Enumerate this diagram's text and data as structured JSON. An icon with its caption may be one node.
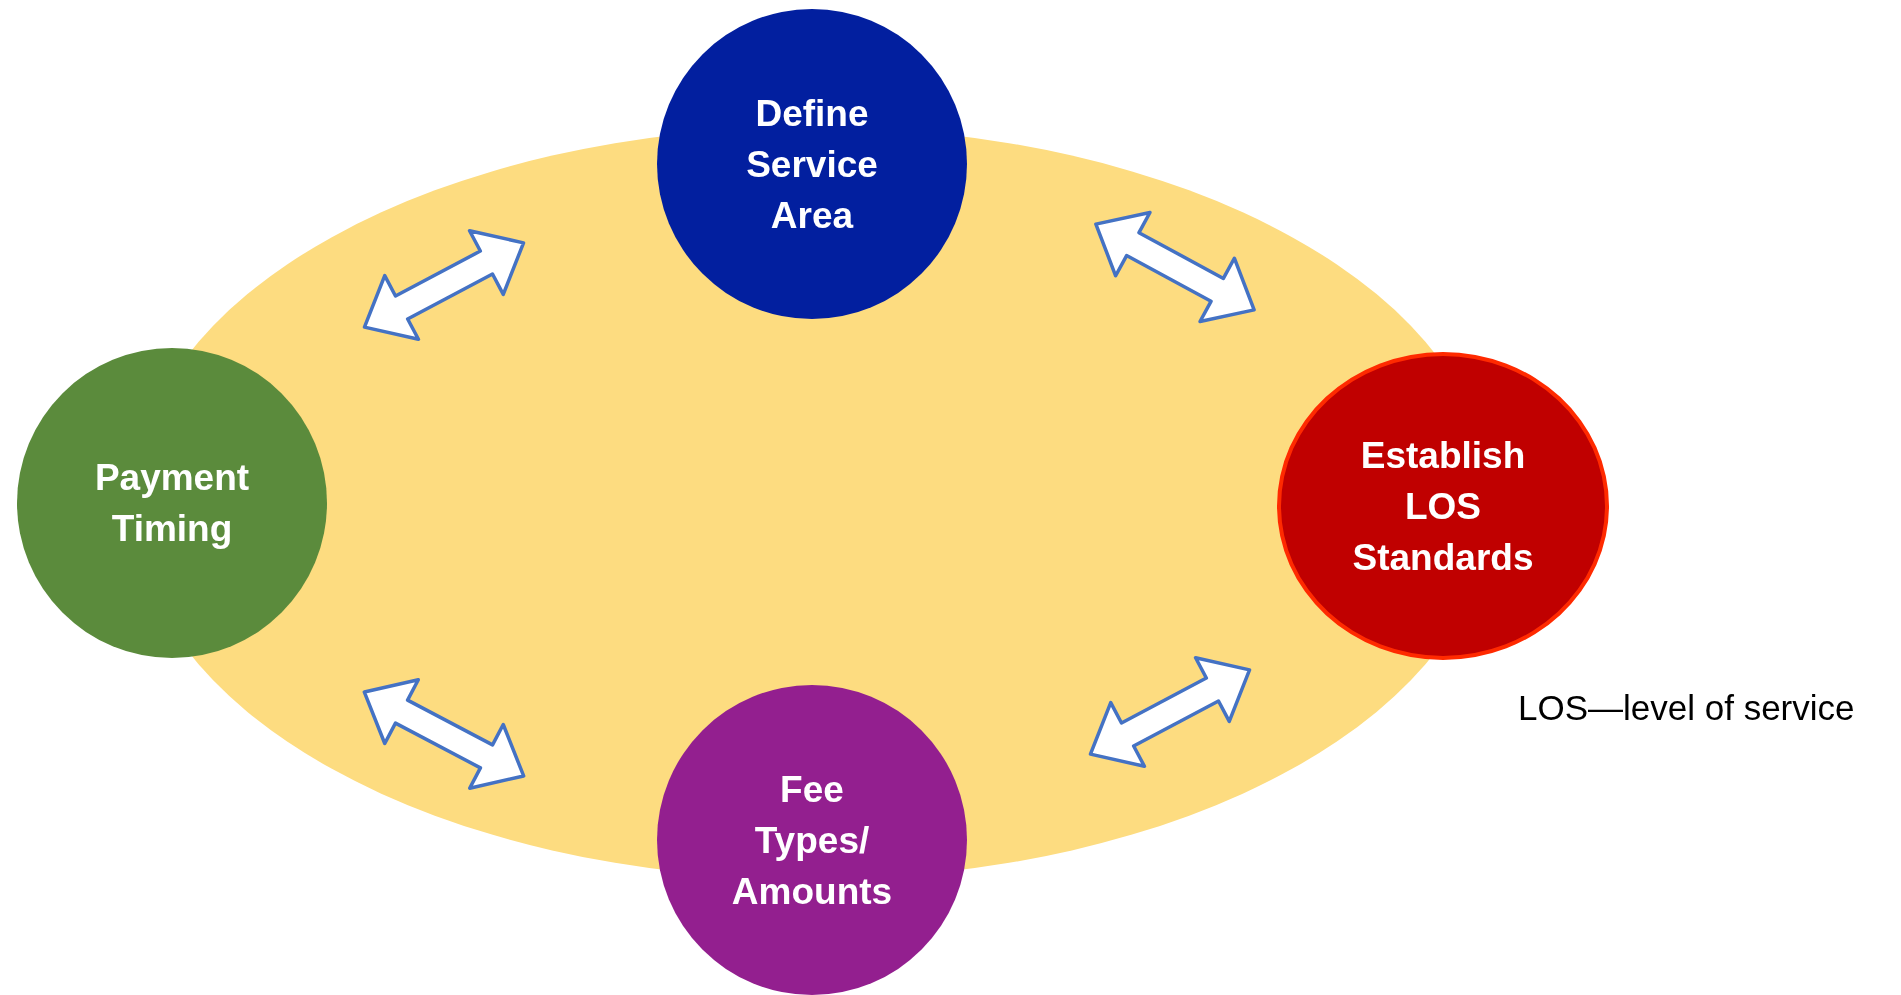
{
  "diagram": {
    "nodes": [
      {
        "text": [
          "Define Service Area"
        ]
      },
      {
        "text": [
          "Payment Timing"
        ]
      },
      {
        "text": [
          "Establish LOS Standards"
        ]
      },
      {
        "text": [
          "Fee Types/ Amounts"
        ]
      }
    ],
    "edges": [
      {
        "from": 1,
        "to": 0,
        "arrow": "both"
      },
      {
        "from": 0,
        "to": 2,
        "arrow": "both"
      },
      {
        "from": 1,
        "to": 3,
        "arrow": "both"
      },
      {
        "from": 3,
        "to": 2,
        "arrow": "both"
      }
    ],
    "labels": [
      "LOS—level of service"
    ]
  }
}
